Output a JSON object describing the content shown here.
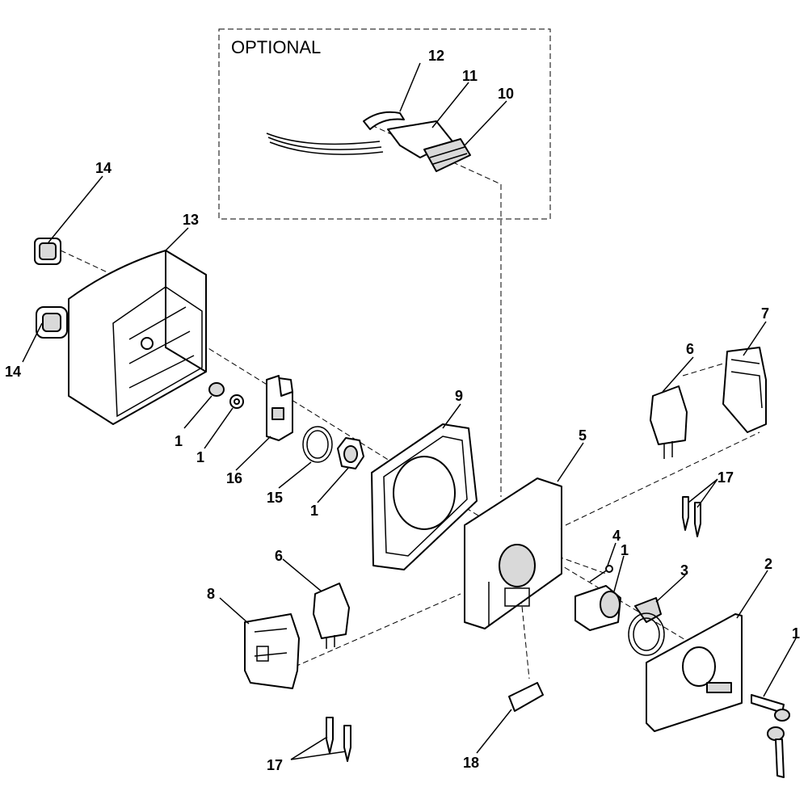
{
  "optional_box": {
    "title": "OPTIONAL"
  },
  "callouts": {
    "c1a": "1",
    "c1b": "1",
    "c1c": "1",
    "c1d": "1",
    "c1e": "1",
    "c2": "2",
    "c3": "3",
    "c4": "4",
    "c5": "5",
    "c6a": "6",
    "c6b": "6",
    "c7": "7",
    "c8": "8",
    "c9": "9",
    "c10": "10",
    "c11": "11",
    "c12": "12",
    "c13": "13",
    "c14a": "14",
    "c14b": "14",
    "c15": "15",
    "c16": "16",
    "c17a": "17",
    "c17b": "17",
    "c18": "18"
  }
}
